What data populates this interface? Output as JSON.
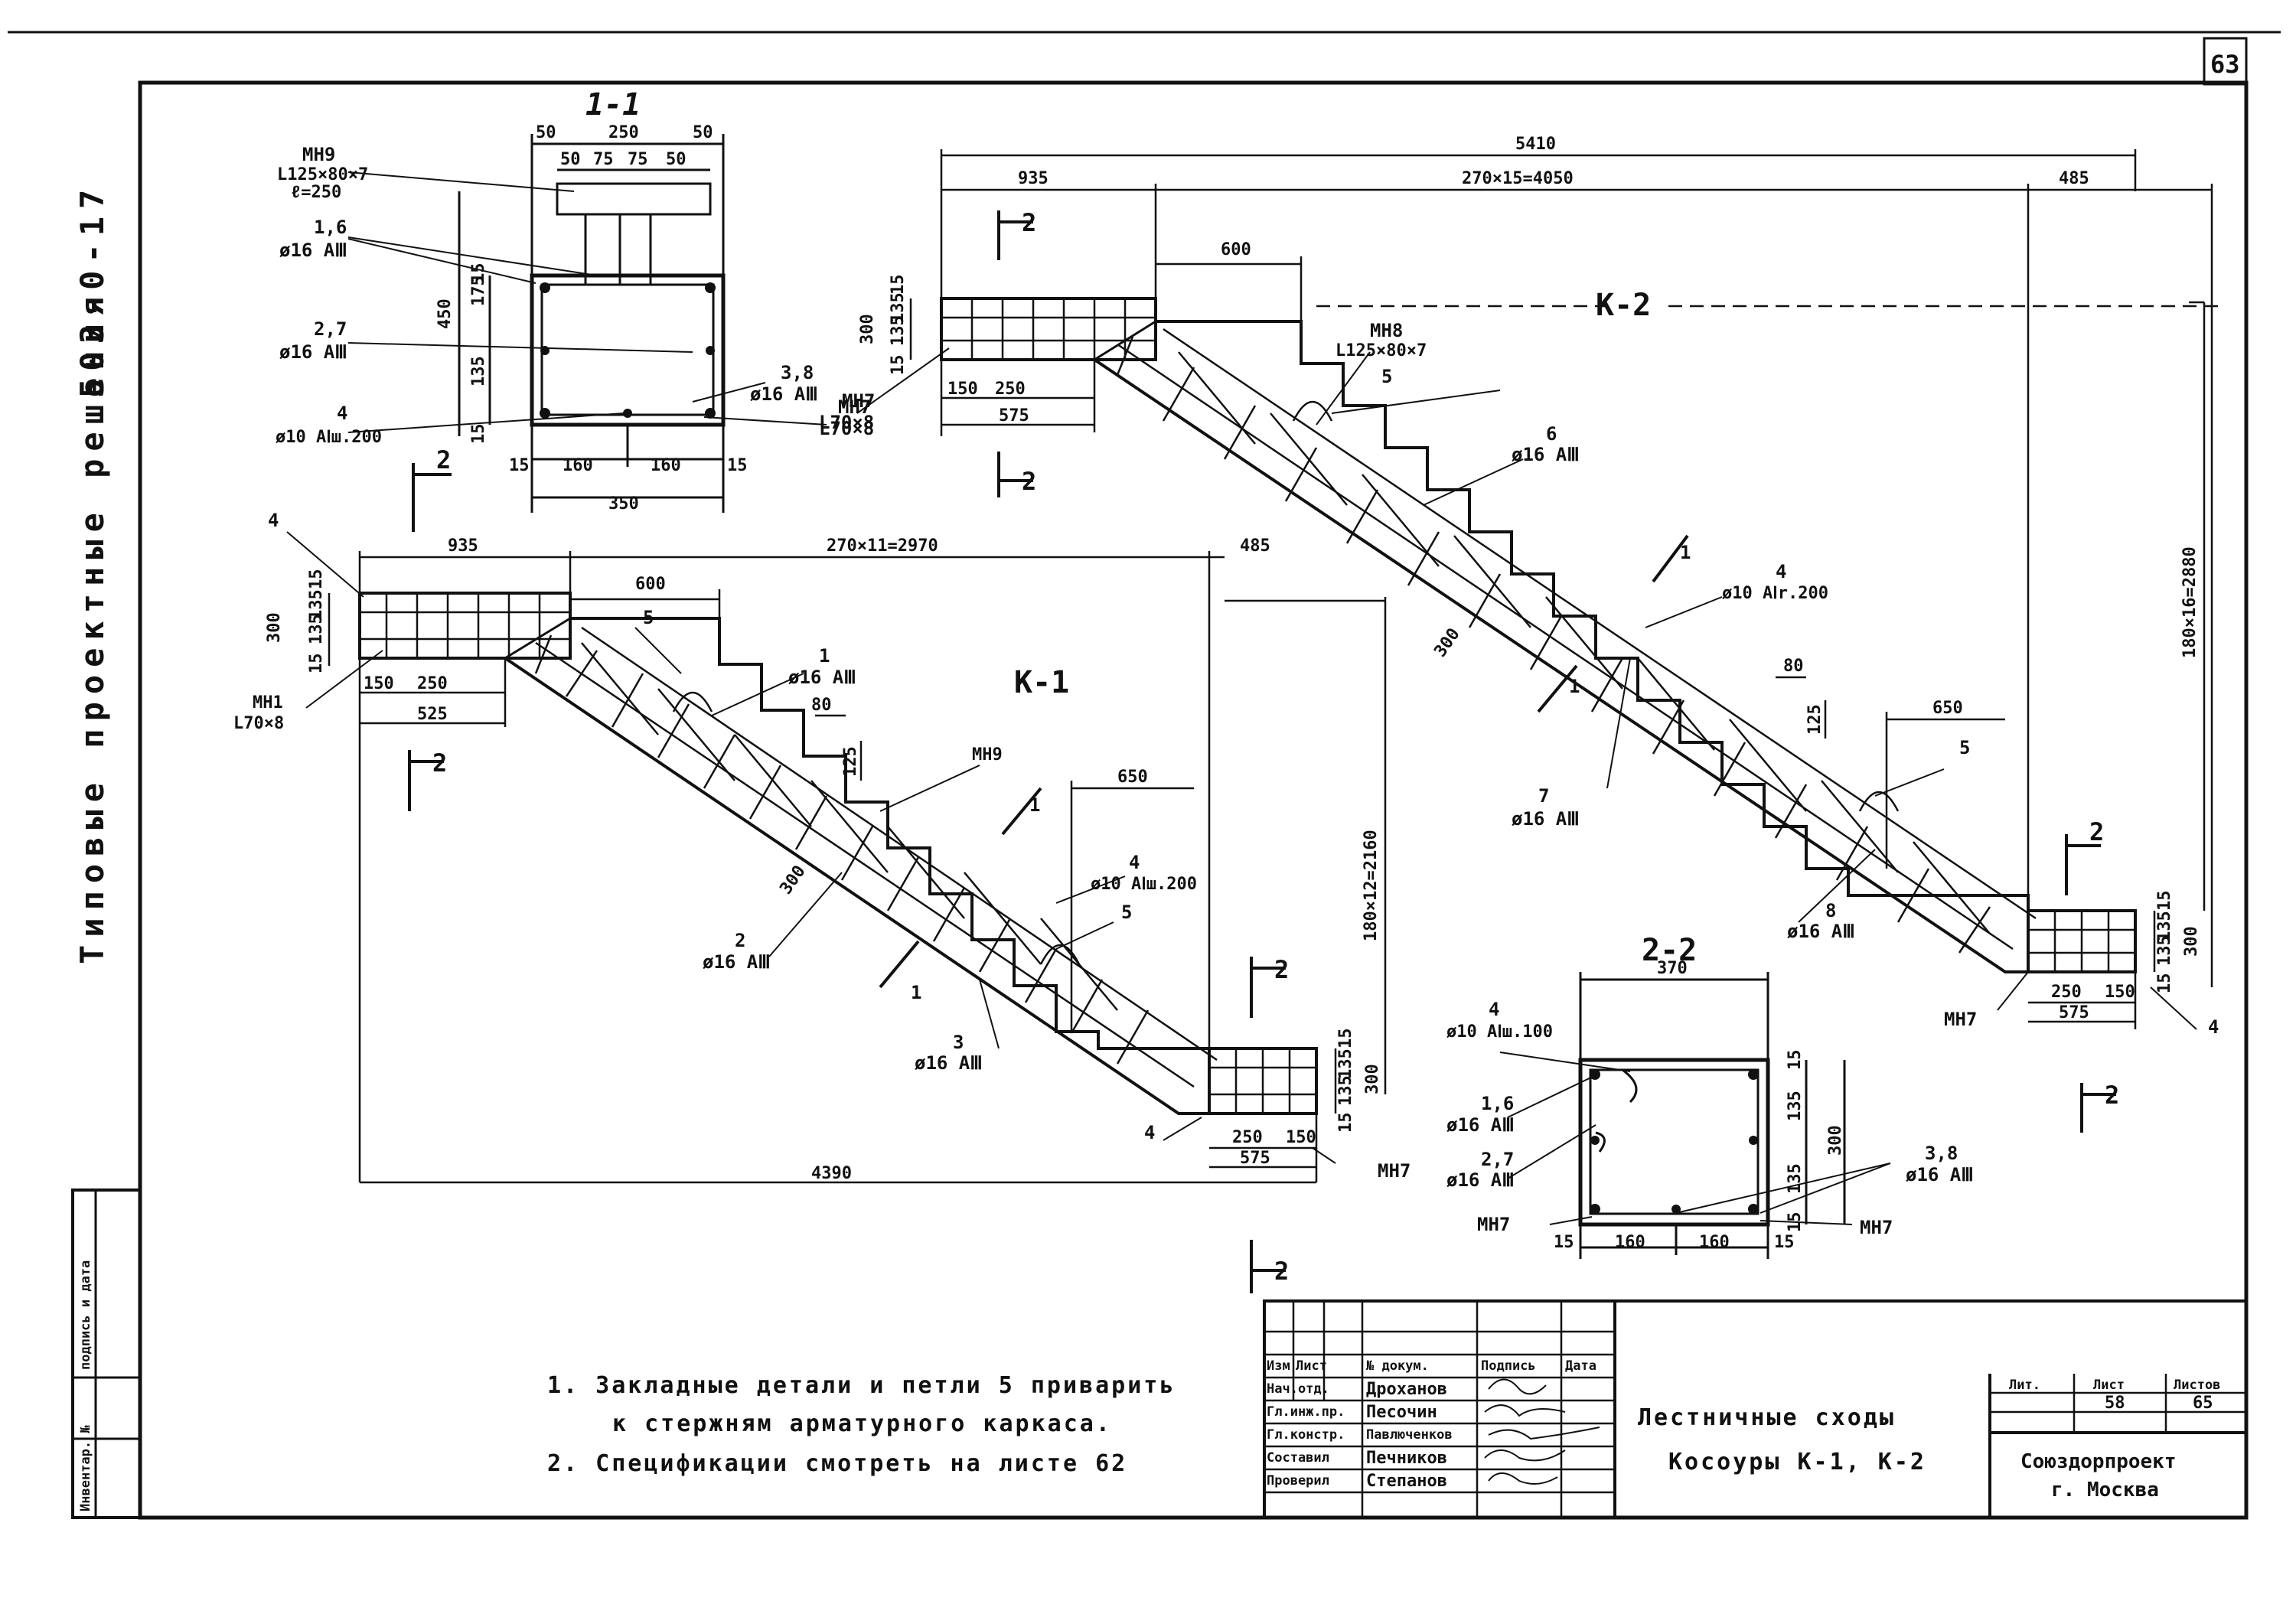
{
  "sheet": {
    "page_number": "63",
    "series_code": "503-0-17",
    "series_title": "Типовые проектные решения"
  },
  "stamp_strip": {
    "inv_no": "Инвентар. №",
    "signature_date": "подпись и дата"
  },
  "section_1_1": {
    "title": "1-1",
    "dims": {
      "top_total": "250",
      "top_left": "50",
      "top_right": "50",
      "plate": [
        "50",
        "75",
        "75",
        "50"
      ],
      "height": "450",
      "h_upper": "175",
      "h_lower": "135",
      "h_cover_top": "15",
      "h_cover_bot": "15",
      "bottom": [
        "15",
        "160",
        "160",
        "15"
      ],
      "width": "350"
    },
    "callouts": {
      "mn9_name": "МН9",
      "mn9_spec": "L125×80×7",
      "mn9_len": "ℓ=250",
      "bar_16_mark": "1,6",
      "bar_16_spec": "ø16 АⅢ",
      "bar_27_mark": "2,7",
      "bar_27_spec": "ø16 АⅢ",
      "bar_4_mark": "4",
      "bar_4_spec": "ø10 АⅠш.200",
      "bar_38_mark": "3,8",
      "bar_38_spec": "ø16 АⅢ",
      "mn7_name": "МН7",
      "mn7_spec": "L70×8",
      "cut_mark": "2"
    }
  },
  "k1": {
    "title": "К-1",
    "dims": {
      "left_landing": "935",
      "steps": "270×11=2970",
      "right_landing": "485",
      "d600": "600",
      "height_total": "180×12=2160",
      "total_length": "4390",
      "d650": "650",
      "d80": "80",
      "d125": "125",
      "d300_slope": "300",
      "left_h": [
        "15",
        "135",
        "135",
        "15"
      ],
      "left_300": "300",
      "left_bottom_150": "150",
      "left_bottom_250": "250",
      "left_bottom_525": "525",
      "right_h": [
        "15",
        "135",
        "135",
        "15"
      ],
      "right_300": "300",
      "right_bottom_250": "250",
      "right_bottom_150": "150",
      "right_bottom_575": "575"
    },
    "callouts": {
      "c4_top": "4",
      "c5": "5",
      "c1_mark": "1",
      "c1_spec": "ø16 АⅢ",
      "mn9": "МН9",
      "c2_mark": "2",
      "c2_spec": "ø16 АⅢ",
      "c4_mark": "4",
      "c4_spec": "ø10 АⅠш.200",
      "c5b": "5",
      "c3_mark": "3",
      "c3_spec": "ø16 АⅢ",
      "c4_bottom": "4",
      "mn7": "МН7",
      "mn1_name": "МН1",
      "mn1_spec": "L70×8",
      "cut1": "1",
      "cut2": "2"
    }
  },
  "k2": {
    "title": "К-2",
    "dims": {
      "total_top": "5410",
      "left_landing": "935",
      "steps": "270×15=4050",
      "right_landing": "485",
      "d600": "600",
      "height_total": "180×16=2880",
      "d650": "650",
      "d80": "80",
      "d125": "125",
      "d300_slope": "300",
      "left_h": [
        "15",
        "135",
        "135",
        "15"
      ],
      "left_300": "300",
      "left_bottom_150": "150",
      "left_bottom_250": "250",
      "left_bottom_575": "575",
      "right_h": [
        "15",
        "135",
        "135",
        "15"
      ],
      "right_300": "300",
      "right_bottom_250": "250",
      "right_bottom_150": "150",
      "right_bottom_575": "575"
    },
    "callouts": {
      "mn8_name": "МН8",
      "mn8_spec": "L125×80×7",
      "c5": "5",
      "c6_mark": "6",
      "c6_spec": "ø16 АⅢ",
      "c4_mark": "4",
      "c4_spec": "ø10 АⅠr.200",
      "c7_mark": "7",
      "c7_spec": "ø16 АⅢ",
      "c5b": "5",
      "c8_mark": "8",
      "c8_spec": "ø16 АⅢ",
      "mn7_top": "МН7",
      "mn7_top_spec": "L70×8",
      "mn7_bottom": "МН7",
      "c4_bottom": "4",
      "cut1": "1",
      "cut2": "2"
    }
  },
  "section_2_2": {
    "title": "2-2",
    "dims": {
      "width_top": "370",
      "h_total": "300",
      "h_upper": "135",
      "h_lower": "135",
      "h_cover_top": "15",
      "h_cover_bot": "15",
      "bottom": [
        "15",
        "160",
        "160",
        "15"
      ]
    },
    "callouts": {
      "c4_mark": "4",
      "c4_spec": "ø10 АⅠш.100",
      "c16_mark": "1,6",
      "c16_spec": "ø16 АⅢ",
      "c27_mark": "2,7",
      "c27_spec": "ø16 АⅢ",
      "c38_mark": "3,8",
      "c38_spec": "ø16 АⅢ",
      "mn7_left": "МН7",
      "mn7_right": "МН7",
      "cut_mark": "2"
    }
  },
  "notes": [
    "1.  Закладные детали и петли 5 приварить",
    "к стержням арматурного каркаса.",
    "2.  Спецификации смотреть на листе 62"
  ],
  "title_block": {
    "header": [
      "Изм",
      "Лист",
      "№ докум.",
      "Подпись",
      "Дата"
    ],
    "roles": [
      "Нач.отд.",
      "Гл.инж.пр.",
      "Гл.констр.",
      "Составил",
      "Проверил"
    ],
    "names": [
      "Дроханов",
      "Песочин",
      "Павлюченков",
      "Печников",
      "Степанов"
    ],
    "title_line1": "Лестничные сходы",
    "title_line2": "Косоуры  К-1, К-2",
    "lit_label": "Лит.",
    "sheet_label": "Лист",
    "sheets_label": "Листов",
    "sheet_no": "58",
    "sheets_total": "65",
    "org_line1": "Союздорпроект",
    "org_line2": "г. Москва"
  }
}
